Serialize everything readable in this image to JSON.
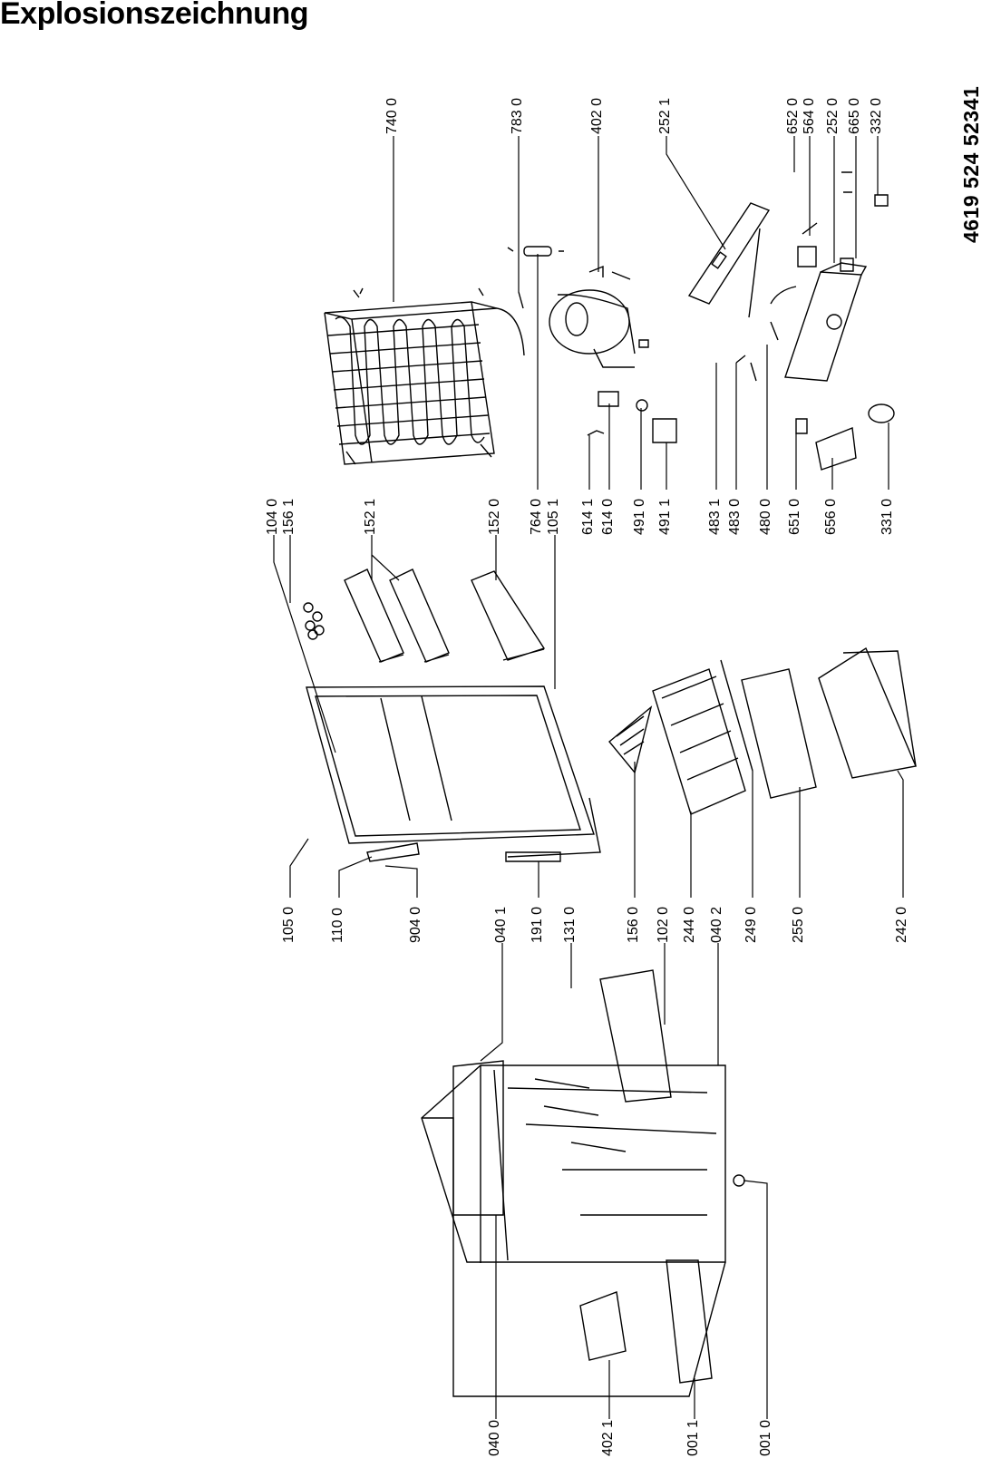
{
  "title": "Explosionszeichnung",
  "document_number": "4619 524 52341",
  "part_labels": {
    "p7400": "740 0",
    "p7830": "783 0",
    "p4020": "402 0",
    "p2521": "252 1",
    "p6520": "652 0",
    "p5640": "564 0",
    "p2520": "252 0",
    "p6650": "665 0",
    "p3320": "332 0",
    "p1040": "104 0",
    "p1561": "156 1",
    "p1521": "152 1",
    "p1520": "152 0",
    "p7640": "764 0",
    "p1051": "105 1",
    "p6141": "614 1",
    "p6140": "614 0",
    "p4910": "491 0",
    "p4911": "491 1",
    "p4831": "483 1",
    "p4830": "483 0",
    "p4800": "480 0",
    "p6510": "651 0",
    "p6560": "656 0",
    "p3310": "331 0",
    "p1050": "105 0",
    "p1100": "110 0",
    "p9040": "904 0",
    "p0401": "040 1",
    "p1910": "191 0",
    "p1310": "131 0",
    "p1560": "156 0",
    "p1020": "102 0",
    "p2440": "244 0",
    "p0402": "040 2",
    "p2490": "249 0",
    "p2550": "255 0",
    "p2420": "242 0",
    "p0400": "040 0",
    "p4021": "402 1",
    "p0011": "001 1",
    "p0010": "001 0"
  }
}
